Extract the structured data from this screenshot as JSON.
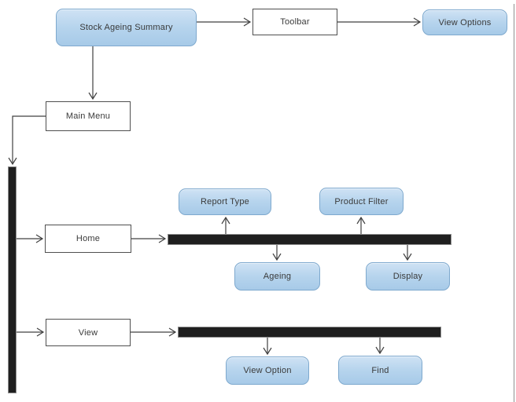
{
  "diagram": {
    "title": "Stock Ageing Summary navigation diagram",
    "nodes": {
      "stock_ageing_summary": {
        "label": "Stock Ageing Summary",
        "shape": "rounded-blue"
      },
      "toolbar": {
        "label": "Toolbar",
        "shape": "rectangle-white"
      },
      "view_options": {
        "label": "View Options",
        "shape": "rounded-blue"
      },
      "main_menu": {
        "label": "Main Menu",
        "shape": "rectangle-white"
      },
      "home": {
        "label": "Home",
        "shape": "rectangle-white"
      },
      "view": {
        "label": "View",
        "shape": "rectangle-white"
      },
      "report_type": {
        "label": "Report Type",
        "shape": "rounded-blue"
      },
      "product_filter": {
        "label": "Product Filter",
        "shape": "rounded-blue"
      },
      "ageing": {
        "label": "Ageing",
        "shape": "rounded-blue"
      },
      "display": {
        "label": "Display",
        "shape": "rounded-blue"
      },
      "view_option": {
        "label": "View Option",
        "shape": "rounded-blue"
      },
      "find": {
        "label": "Find",
        "shape": "rounded-blue"
      }
    },
    "junction_bars": [
      {
        "id": "menu-junction-bar",
        "orientation": "vertical"
      },
      {
        "id": "home-submenu-bar",
        "orientation": "horizontal"
      },
      {
        "id": "view-submenu-bar",
        "orientation": "horizontal"
      }
    ],
    "edges": [
      {
        "from": "Stock Ageing Summary",
        "to": "Toolbar"
      },
      {
        "from": "Toolbar",
        "to": "View Options"
      },
      {
        "from": "Stock Ageing Summary",
        "to": "Main Menu"
      },
      {
        "from": "Main Menu",
        "to": "menu-junction-bar"
      },
      {
        "from": "menu-junction-bar",
        "to": "Home"
      },
      {
        "from": "Home",
        "to": "home-submenu-bar"
      },
      {
        "from": "home-submenu-bar",
        "to": "Report Type"
      },
      {
        "from": "home-submenu-bar",
        "to": "Product Filter"
      },
      {
        "from": "home-submenu-bar",
        "to": "Ageing"
      },
      {
        "from": "home-submenu-bar",
        "to": "Display"
      },
      {
        "from": "menu-junction-bar",
        "to": "View"
      },
      {
        "from": "View",
        "to": "view-submenu-bar"
      },
      {
        "from": "view-submenu-bar",
        "to": "View Option"
      },
      {
        "from": "view-submenu-bar",
        "to": "Find"
      }
    ],
    "colors": {
      "node_fill": "#b6d4ed",
      "node_border": "#7ea9ce",
      "white_node_border": "#4f4f4f",
      "bar_fill": "#1f1f1f",
      "connector": "#404040",
      "text": "#3a3a3a",
      "background": "#ffffff"
    }
  }
}
